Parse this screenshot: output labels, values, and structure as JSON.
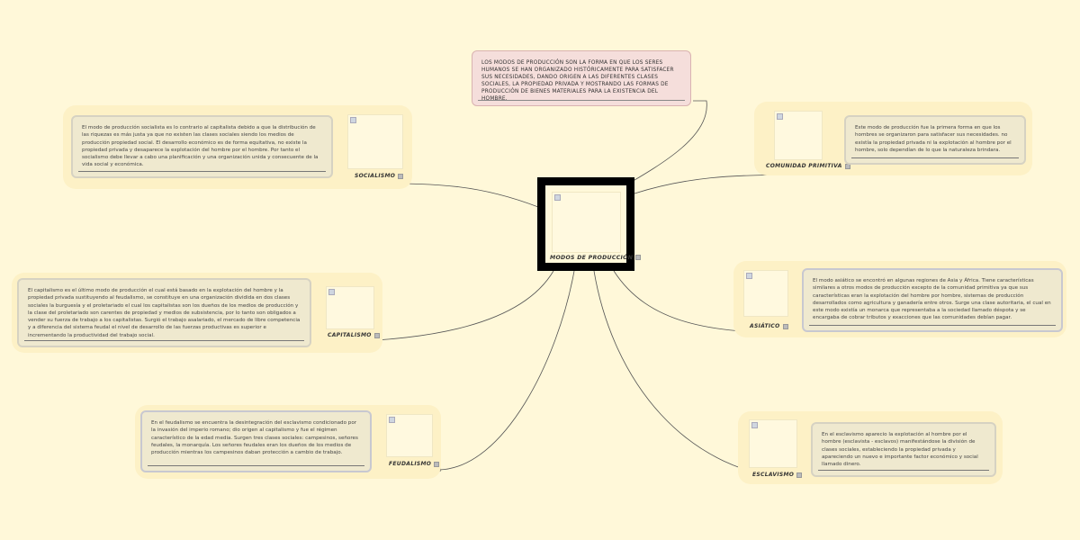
{
  "top_note": {
    "text": "LOS MODOS DE PRODUCCIÓN SON LA FORMA EN QUE LOS SERES HUMANOS SE HAN ORGANIZADO HISTÓRICAMENTE PARA SATISFACER SUS NECESIDADES, DANDO ORIGEN A LAS DIFERENTES CLASES SOCIALES, LA PROPIEDAD PRIVADA Y MOSTRANDO LAS FORMAS DE PRODUCCIÓN DE BIENES MATERIALES PARA LA   EXISTENCIA DEL HOMBRE."
  },
  "center": {
    "label": "MODOS DE PRODUCCIÓN"
  },
  "nodes": {
    "socialismo": {
      "label": "SOCIALISMO",
      "text": "El modo de producción socialista es lo contrario al capitalista debido a que la  distribución de las riquezas es más justa ya que no existen las clases sociales  siendo  los medios de producción propiedad social. El  desarrollo económico es de forma equitativa, no existe la propiedad privada y desaparece  la explotación del hombre por el hombre. Por tanto el socialismo debe llevar a cabo una planificación y una organización unida y consecuente de la vida social y económica."
    },
    "comunidad": {
      "label": "COMUNIDAD PRIMITIVA",
      "text": "Este modo de producción fue la primera forma  en que los hombres se organizaron para satisfacer sus necesidades. no existía la propiedad privada ni la explotación al hombre por el hombre, solo dependían de lo que la naturaleza brindara."
    },
    "capitalismo": {
      "label": "CAPITALISMO",
      "text": "El capitalismo es el  último modo de producción el cual está basado en la explotación del hombre y la propiedad privada sustituyendo  al feudalismo, se constituye en una organización dividida en dos clases sociales la burguesía y el proletariado el cual  los capitalistas son los dueños de los medios de producción y la clase del proletariado son carentes de propiedad y medios de subsistencia, por lo tanto son obligados a vender su fuerza de trabajo a los capitalistas. Surgió el trabajo asalariado, el mercado de libre competencia y a diferencia del sistema feudal el nivel de desarrollo de las fuerzas productivas es superior e incrementando la productividad del trabajo social."
    },
    "asiatico": {
      "label": "ASIÁTICO",
      "text": "El modo asiático  se encontró en algunas regiones de Asia y África. Tiene  características similares a otros modos de producción excepto de la comunidad primitiva ya que sus características  eran la  explotación del hombre por hombre, sistemas de producción desarrollados como agricultura y ganadería entre otros. Surge una clase autoritaria, el cual en este modo existía un monarca que representaba a la sociedad  llamado déspota  y se encargaba de cobrar tributos y exacciones que las comunidades debían  pagar."
    },
    "feudalismo": {
      "label": "FEUDALISMO",
      "text": "En el feudalismo se encuentra la desintegración del esclavismo condicionado  por la invasión del imperio  romano; dio origen al capitalismo y fue el régimen característico de la edad media. Surgen tres clases sociales: campesinos, señores feudales, la monarquía.  Los señores feudales eran los dueños de los medios de producción mientras los campesinos daban protección a cambio de trabajo."
    },
    "esclavismo": {
      "label": "ESCLAVISMO",
      "text": "En el esclavismo aparecio la explotación al hombre por el hombre  (esclavista - esclavos)  manifestándose   la división de clases sociales, estableciendo  la propiedad privada y apareciendo un nuevo e importante factor económico y social llamado dinero."
    }
  }
}
